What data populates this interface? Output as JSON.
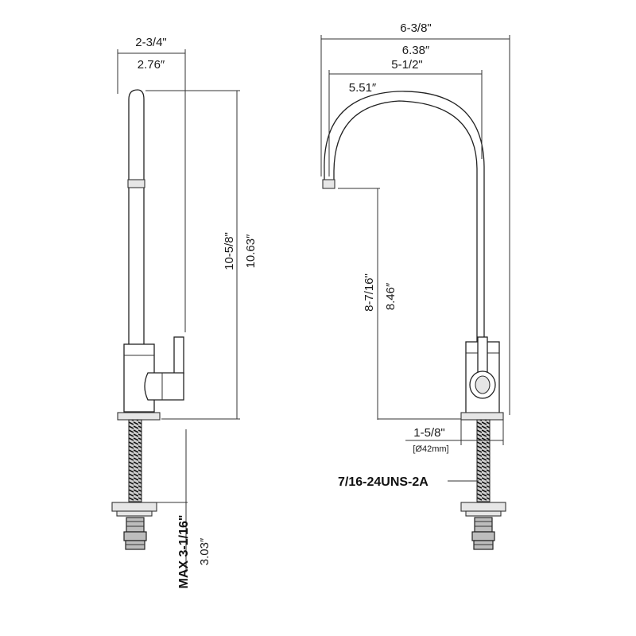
{
  "left_view": {
    "width_in": "2-3/4\"",
    "width_mm": "2.76″",
    "height_in": "10-5/8\"",
    "height_mm": "10.63″",
    "max_shank_in": "MAX 3-1/16\"",
    "max_shank_mm": "3.03″"
  },
  "right_view": {
    "overall_reach_in": "6-3/8\"",
    "overall_reach_mm": "6.38″",
    "spout_reach_in": "5-1/2\"",
    "spout_reach_mm": "5.51″",
    "spout_height_in": "8-7/16\"",
    "spout_height_mm": "8.46″",
    "base_dia_in": "1-5/8\"",
    "base_dia_mm": "[Ø42mm]",
    "thread_spec": "7/16-24UNS-2A"
  }
}
